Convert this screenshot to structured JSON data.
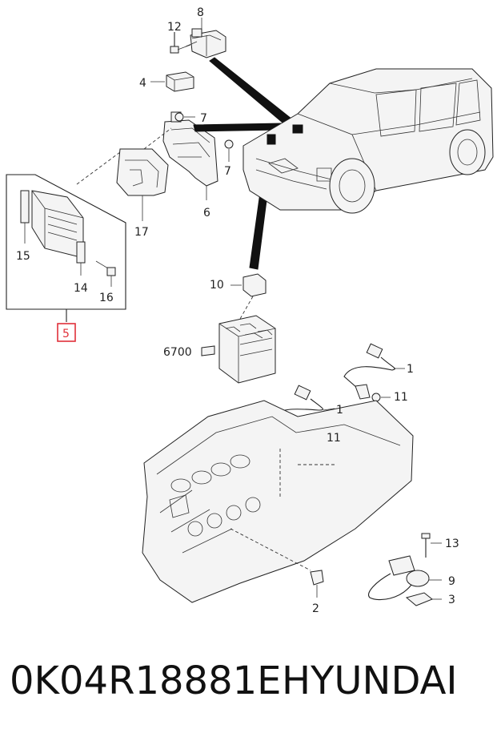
{
  "diagram": {
    "callouts": {
      "c8": "8",
      "c12": "12",
      "c4": "4",
      "c7a": "7",
      "c7b": "7",
      "c6": "6",
      "c17": "17",
      "c15": "15",
      "c14": "14",
      "c16": "16",
      "c5": "5",
      "c10": "10",
      "c6700": "6700",
      "c1a": "1",
      "c11a": "11",
      "c1b": "1",
      "c11b": "11",
      "c13": "13",
      "c9": "9",
      "c3": "3",
      "c2": "2"
    },
    "highlight_color": "#e0303a"
  },
  "caption": {
    "part_number": "0K04R18881E",
    "brand": "HYUNDAI"
  }
}
